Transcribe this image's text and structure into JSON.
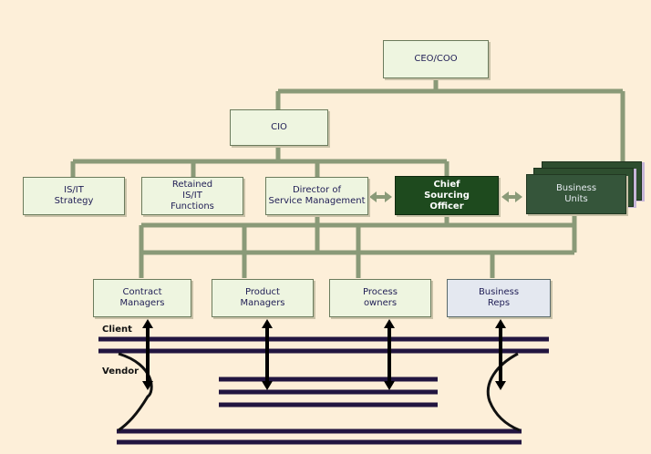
{
  "diagram": {
    "title": "",
    "colors": {
      "background": "#fdefd9",
      "connector": "#8a9a78",
      "light_box": "#eef5e0",
      "dark_box": "#1e4a1e",
      "business_units_box": "#35553a",
      "business_reps_box": "#e4e8f0",
      "lines": "#221540"
    },
    "nodes": {
      "ceo": "CEO/COO",
      "cio": "CIO",
      "isit_strategy": "IS/IT\nStrategy",
      "retained": "Retained\nIS/IT\nFunctions",
      "director": "Director of\nService Management",
      "cso": "Chief\nSourcing\nOfficer",
      "business_units": "Business\nUnits",
      "contract_managers": "Contract\nManagers",
      "product_managers": "Product\nManagers",
      "process_owners": "Process\nowners",
      "business_reps": "Business\nReps"
    },
    "labels": {
      "client": "Client",
      "vendor": "Vendor"
    }
  }
}
